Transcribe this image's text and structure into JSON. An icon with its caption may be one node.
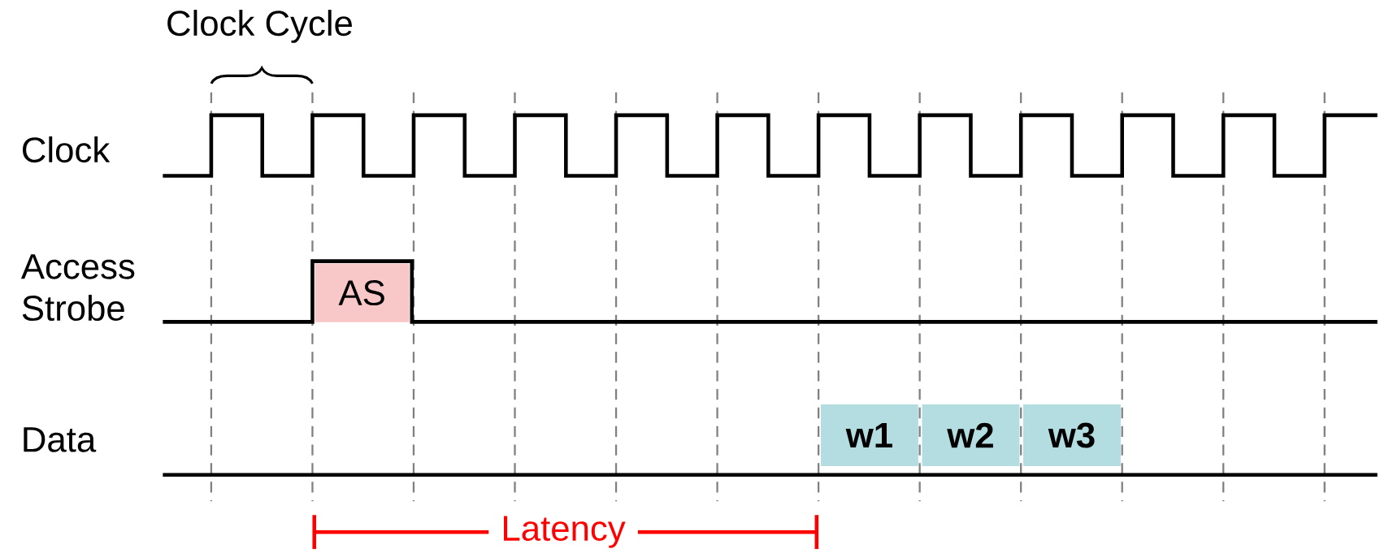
{
  "diagram": {
    "nodes": [
      {
        "text": [
          "AS"
        ]
      },
      {
        "text": [
          "w1"
        ]
      },
      {
        "text": [
          "w2"
        ]
      },
      {
        "text": [
          "w3"
        ]
      }
    ],
    "labels": [
      "Clock Cycle",
      "Clock",
      "Access Strobe",
      "Data",
      "Latency"
    ]
  }
}
